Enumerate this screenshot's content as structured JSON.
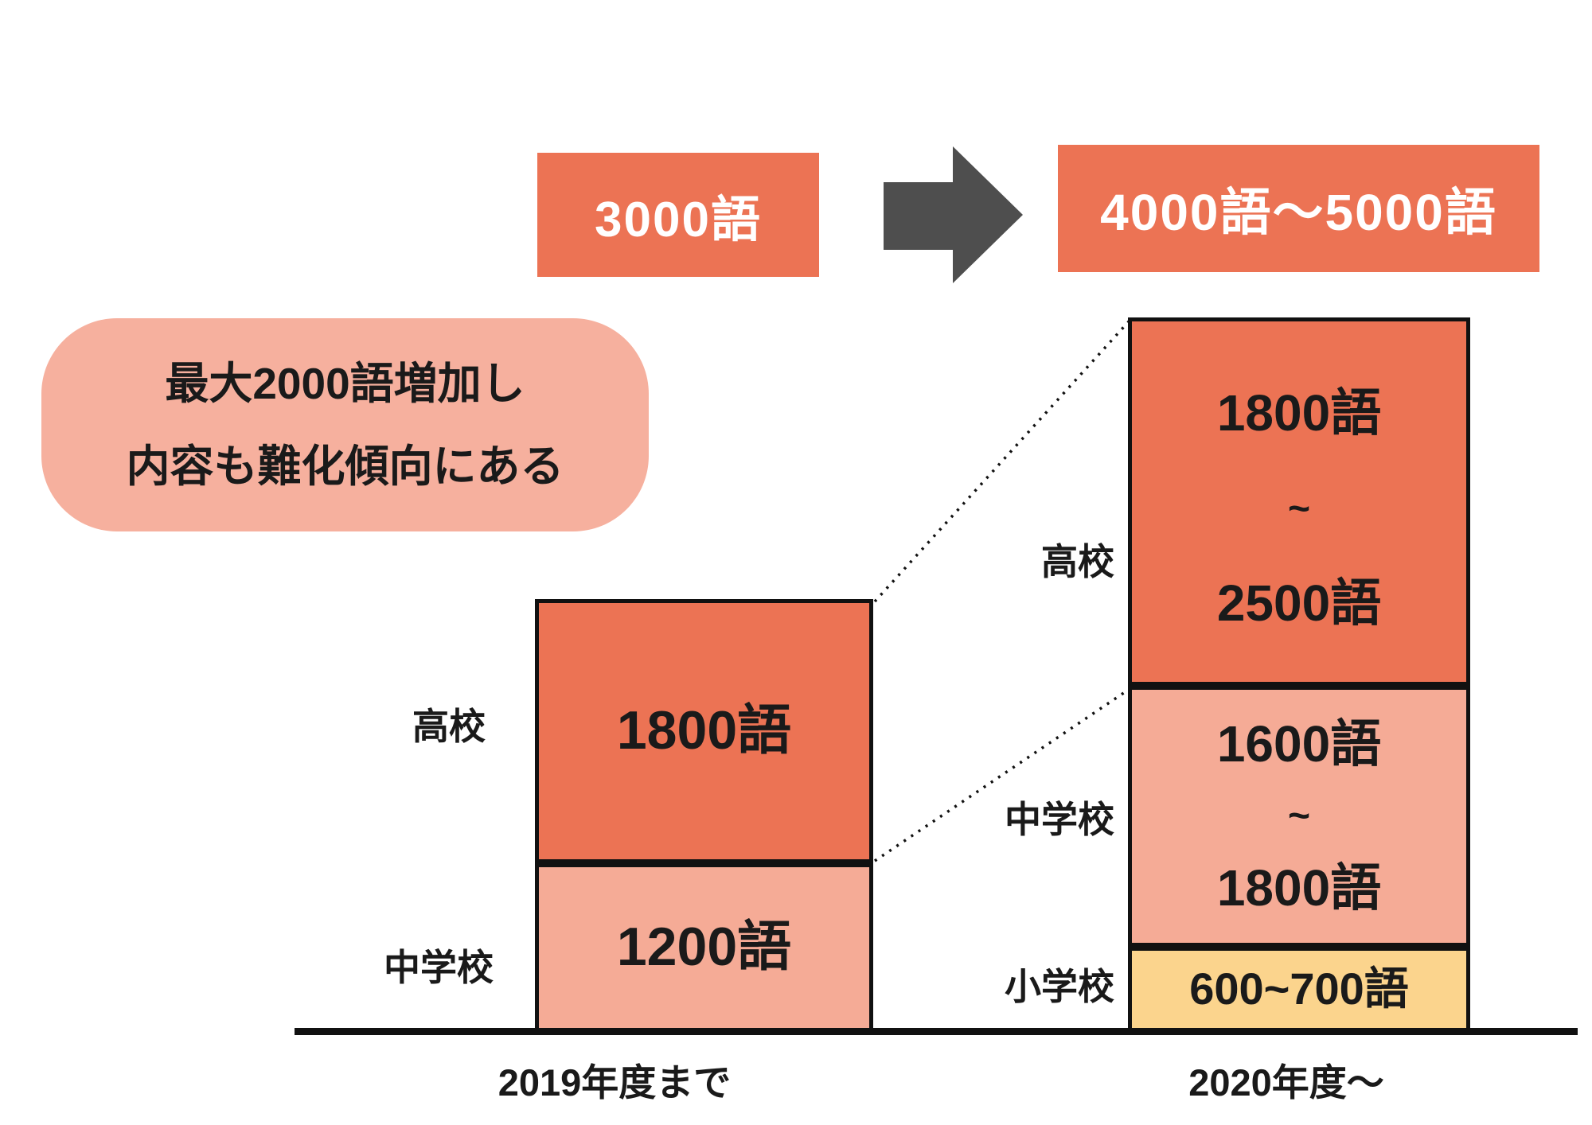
{
  "flow": {
    "before": "3000語",
    "after": "4000語〜5000語"
  },
  "callout": {
    "line1": "最大2000語増加し",
    "line2": "内容も難化傾向にある"
  },
  "bars": {
    "left": {
      "x_label": "2019年度まで",
      "segments": [
        {
          "label": "高校",
          "lines": [
            "1800語"
          ]
        },
        {
          "label": "中学校",
          "lines": [
            "1200語"
          ]
        }
      ]
    },
    "right": {
      "x_label": "2020年度〜",
      "segments": [
        {
          "label": "高校",
          "lines": [
            "1800語",
            "~",
            "2500語"
          ]
        },
        {
          "label": "中学校",
          "lines": [
            "1600語",
            "~",
            "1800語"
          ]
        },
        {
          "label": "小学校",
          "lines": [
            "600~700語"
          ]
        }
      ]
    }
  },
  "chart_data": {
    "type": "bar",
    "subtype": "stacked-comparison",
    "title": "",
    "categories": [
      "2019年度まで",
      "2020年度〜"
    ],
    "series": [
      {
        "name": "高校",
        "values_text": [
          "1800語",
          "1800語~2500語"
        ],
        "values_numeric": [
          1800,
          2500
        ],
        "color": "#EC7354"
      },
      {
        "name": "中学校",
        "values_text": [
          "1200語",
          "1600語~1800語"
        ],
        "values_numeric": [
          1200,
          1800
        ],
        "color": "#F5AB96"
      },
      {
        "name": "小学校",
        "values_text": [
          null,
          "600~700語"
        ],
        "values_numeric": [
          0,
          700
        ],
        "color": "#FBD48D"
      }
    ],
    "totals_text": [
      "3000語",
      "4000語〜5000語"
    ],
    "annotation": "最大2000語増加し 内容も難化傾向にある",
    "legend_position": "none",
    "grid": false,
    "axis_baseline": true
  },
  "colors": {
    "accent_orange": "#EC7354",
    "light_salmon": "#F5AB96",
    "yellow": "#FBD48D",
    "bubble_pink": "#F6B09E",
    "arrow_gray": "#4E4E4E",
    "line_black": "#111111",
    "text_black": "#1A1A1A",
    "box_text_white": "#FFFFFF",
    "background": "#FFFFFF"
  }
}
